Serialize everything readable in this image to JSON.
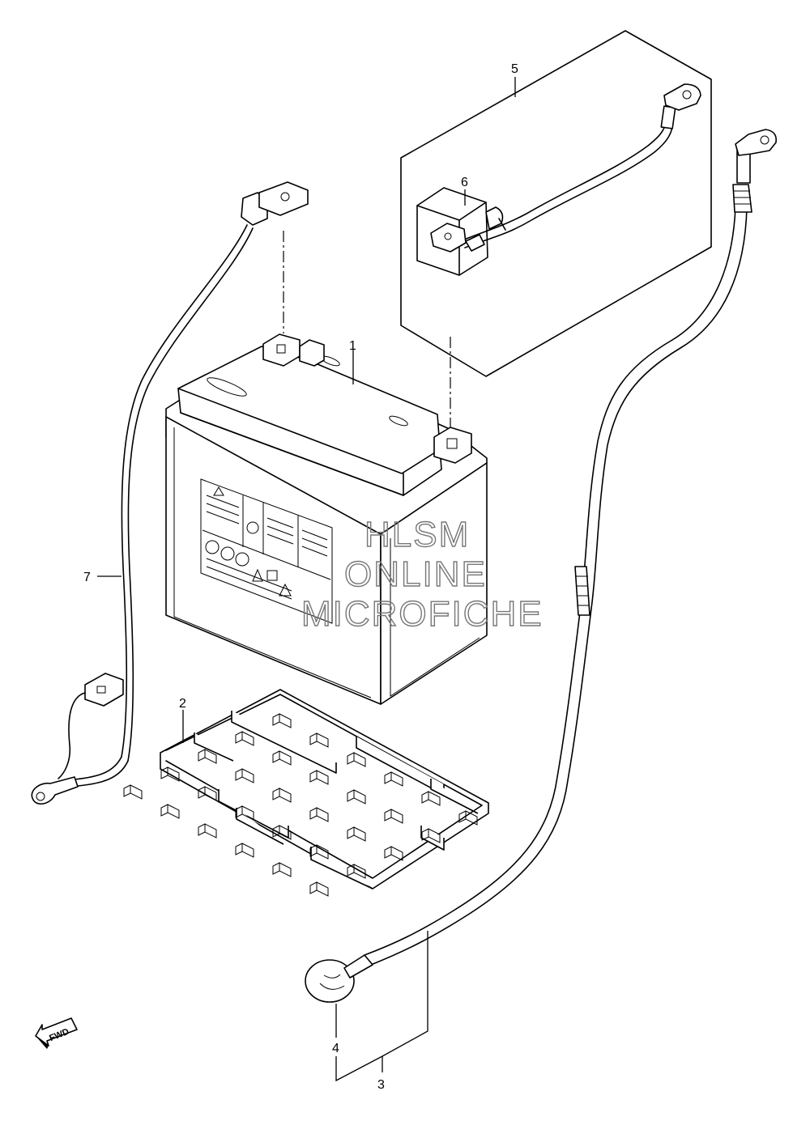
{
  "callouts": {
    "p1": "1",
    "p2": "2",
    "p3": "3",
    "p4": "4",
    "p5": "5",
    "p6": "6",
    "p7": "7"
  },
  "watermark": {
    "line1": "HLSM",
    "line2": "ONLINE",
    "line3": "MICROFICHE"
  },
  "direction_arrow": {
    "label": "FWD",
    "icon": "forward-arrow-icon"
  }
}
